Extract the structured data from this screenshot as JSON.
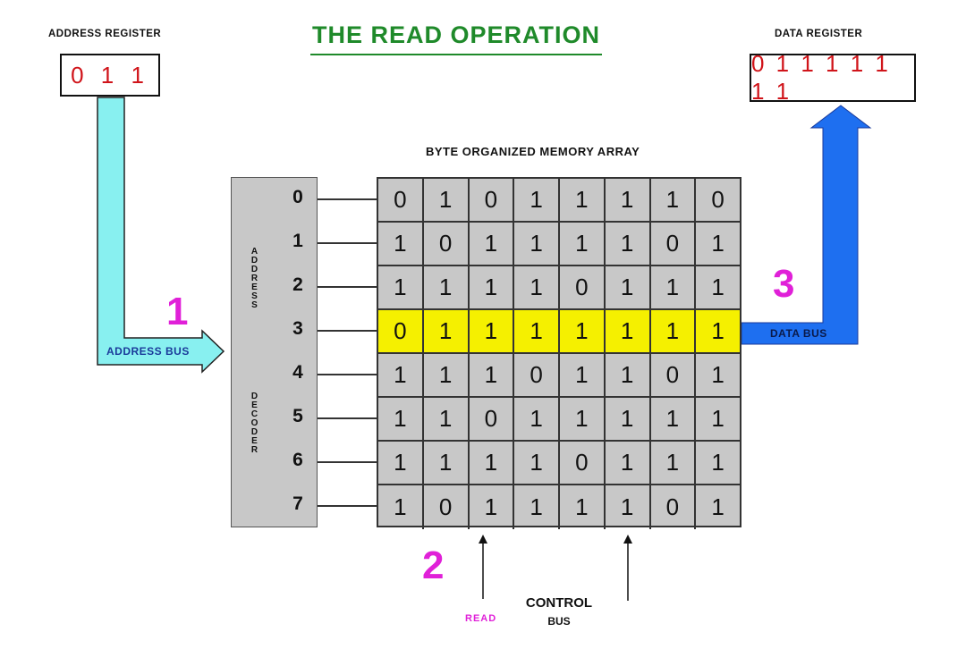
{
  "title": "THE READ OPERATION",
  "address_register": {
    "label": "ADDRESS REGISTER",
    "value": "0 1 1"
  },
  "data_register": {
    "label": "DATA REGISTER",
    "value": "0 1 1 1 1 1 1 1"
  },
  "memory_array": {
    "label": "BYTE ORGANIZED MEMORY ARRAY",
    "row_numbers": [
      "0",
      "1",
      "2",
      "3",
      "4",
      "5",
      "6",
      "7"
    ],
    "highlighted_row": 3,
    "rows": [
      [
        "0",
        "1",
        "0",
        "1",
        "1",
        "1",
        "1",
        "0"
      ],
      [
        "1",
        "0",
        "1",
        "1",
        "1",
        "1",
        "0",
        "1"
      ],
      [
        "1",
        "1",
        "1",
        "1",
        "0",
        "1",
        "1",
        "1"
      ],
      [
        "0",
        "1",
        "1",
        "1",
        "1",
        "1",
        "1",
        "1"
      ],
      [
        "1",
        "1",
        "1",
        "0",
        "1",
        "1",
        "0",
        "1"
      ],
      [
        "1",
        "1",
        "0",
        "1",
        "1",
        "1",
        "1",
        "1"
      ],
      [
        "1",
        "1",
        "1",
        "1",
        "0",
        "1",
        "1",
        "1"
      ],
      [
        "1",
        "0",
        "1",
        "1",
        "1",
        "1",
        "0",
        "1"
      ]
    ]
  },
  "decoder": {
    "word1": "ADDRESS",
    "word2": "DECODER"
  },
  "steps": {
    "one": "1",
    "two": "2",
    "three": "3"
  },
  "buses": {
    "address_bus": "ADDRESS BUS",
    "data_bus": "DATA BUS"
  },
  "control": {
    "read": "READ",
    "line1": "CONTROL",
    "line2": "BUS"
  },
  "colors": {
    "title": "#1f8a2a",
    "register_digits": "#d0141a",
    "step_numbers": "#e020d8",
    "address_bus": "#88f0f0",
    "data_bus": "#1e6ff0",
    "highlight": "#f5f000",
    "array_gray": "#c8c8c8"
  }
}
